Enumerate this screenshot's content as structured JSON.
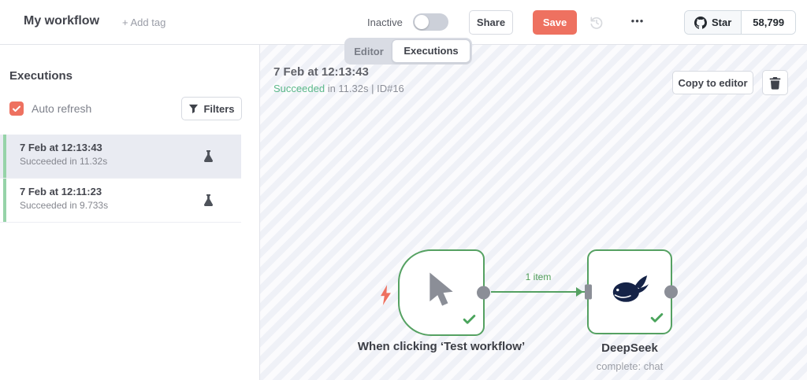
{
  "header": {
    "title": "My workflow",
    "add_tag": "+ Add tag",
    "inactive_label": "Inactive",
    "share_label": "Share",
    "save_label": "Save",
    "more_label": "•••",
    "github_star_label": "Star",
    "github_star_count": "58,799"
  },
  "tabs": {
    "editor": "Editor",
    "executions": "Executions"
  },
  "sidebar": {
    "heading": "Executions",
    "auto_refresh_label": "Auto refresh",
    "filters_label": "Filters",
    "items": [
      {
        "title": "7 Feb at 12:13:43",
        "subtitle": "Succeeded in 11.32s",
        "selected": true
      },
      {
        "title": "7 Feb at 12:11:23",
        "subtitle": "Succeeded in 9.733s",
        "selected": false
      }
    ]
  },
  "canvas": {
    "execution_title": "7 Feb at 12:13:43",
    "execution_status": "Succeeded",
    "execution_meta": "in 11.32s | ID#16",
    "copy_to_editor_label": "Copy to editor",
    "connection_label": "1 item",
    "trigger_node_label": "When clicking ‘Test workflow’",
    "deepseek_node_label": "DeepSeek",
    "deepseek_node_sublabel": "complete: chat"
  },
  "colors": {
    "accent_coral": "#ee7160",
    "node_green": "#55a162",
    "status_green": "#5cb98a",
    "deepseek_navy": "#152347"
  }
}
